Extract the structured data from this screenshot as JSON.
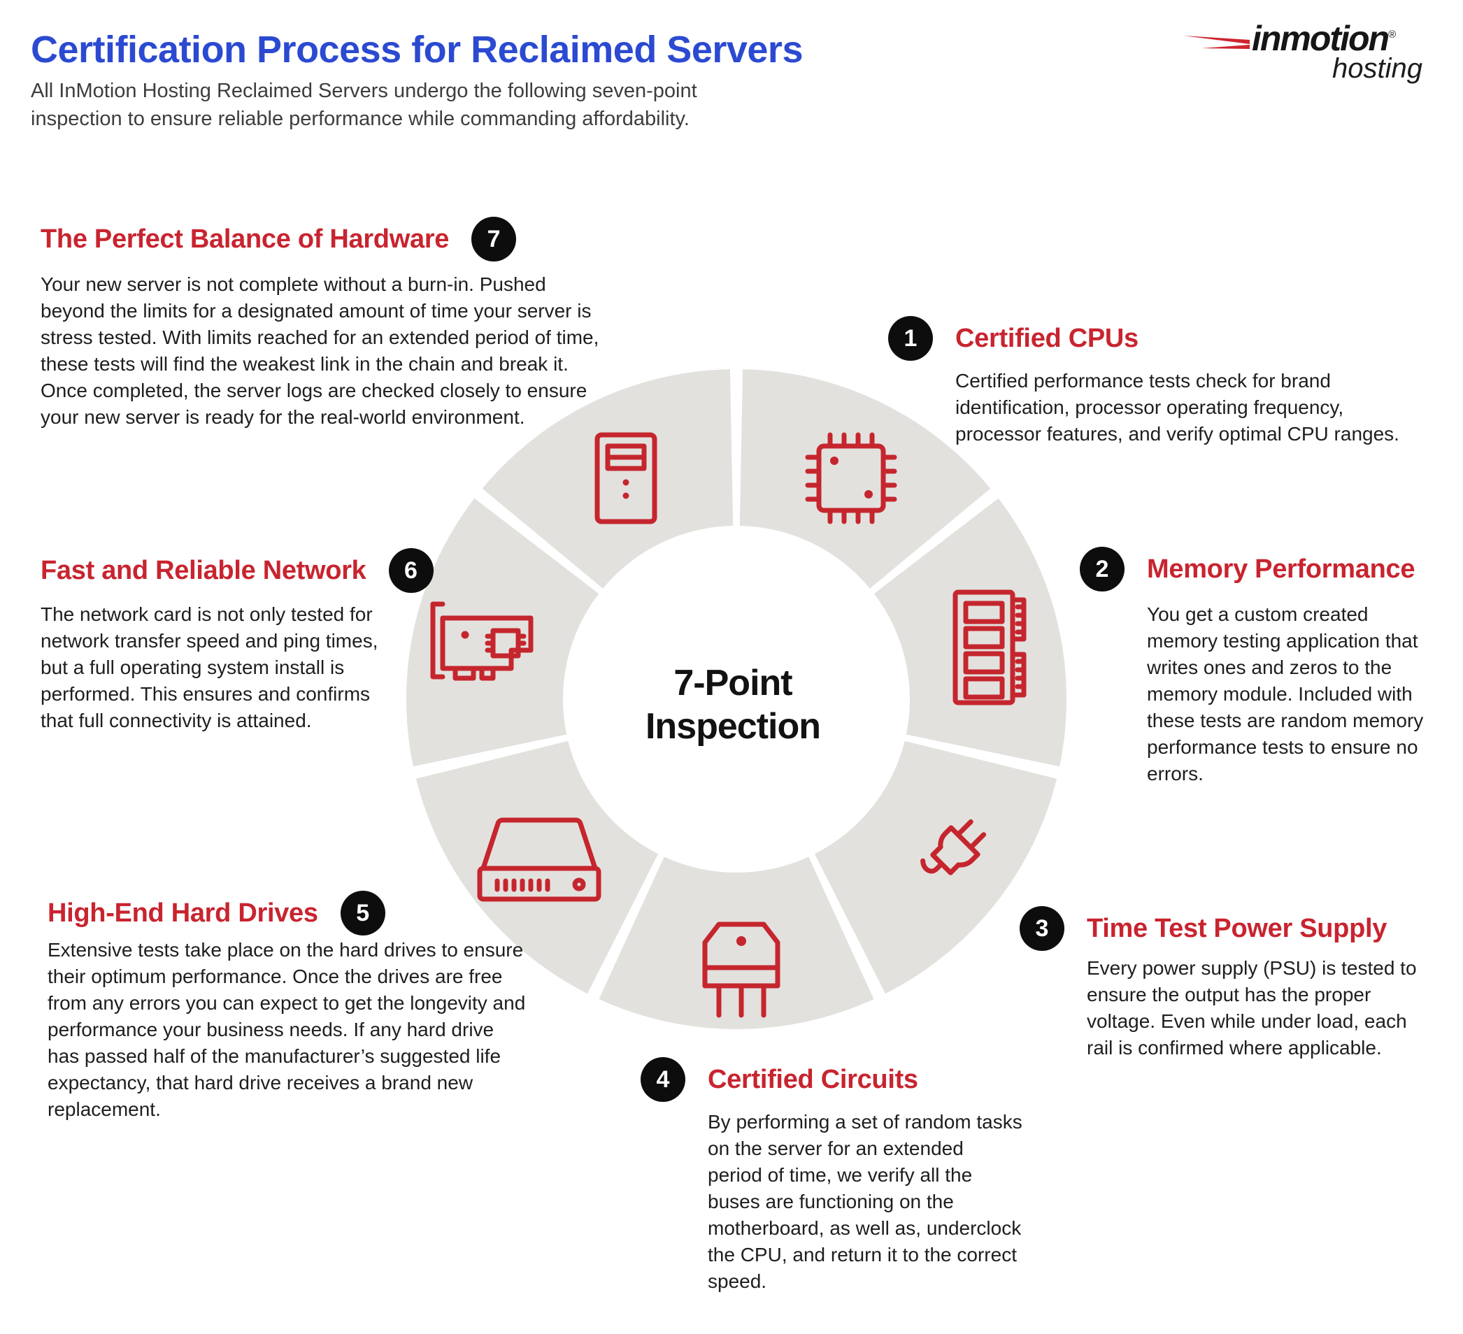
{
  "page": {
    "title": "Certification Process for Reclaimed Servers",
    "subtitle_line1": "All InMotion Hosting Reclaimed Servers undergo the following seven-point",
    "subtitle_line2": "inspection to ensure reliable performance while commanding affordability."
  },
  "logo": {
    "brand": "inmotion",
    "registered": "®",
    "tagline": "hosting"
  },
  "wheel": {
    "center_line1": "7-Point",
    "center_line2": "Inspection",
    "segment_count": 7
  },
  "colors": {
    "brand_blue": "#2b4ad1",
    "accent_red": "#c8242f",
    "icon_red": "#c5262e",
    "badge_black": "#0d0d0d",
    "wheel_gray": "#e3e1de"
  },
  "sections": [
    {
      "num": "1",
      "title": "Certified CPUs",
      "icon": "cpu-chip",
      "body": "Certified performance tests check for brand identification, processor operating frequency, processor features, and verify optimal CPU ranges."
    },
    {
      "num": "2",
      "title": "Memory Performance",
      "icon": "memory-module",
      "body": "You get a custom created memory testing application that writes ones and zeros to the memory module. Included with these tests are random memory performance tests to ensure no errors."
    },
    {
      "num": "3",
      "title": "Time Test Power Supply",
      "icon": "power-plug",
      "body": "Every power supply (PSU) is tested to ensure the output has the proper voltage. Even while under load, each rail is confirmed where applicable."
    },
    {
      "num": "4",
      "title": "Certified Circuits",
      "icon": "transistor",
      "body": "By performing a set of random tasks on the server for an extended period of time, we verify all the buses are functioning on the motherboard, as well as, underclock the CPU, and return it to the correct speed."
    },
    {
      "num": "5",
      "title": "High-End Hard Drives",
      "icon": "hard-drive",
      "body": "Extensive tests take place on the hard drives to ensure their optimum performance. Once the drives are free from any errors you can expect to get the longevity and performance your business needs. If any hard drive has passed half of the manufacturer’s suggested life expectancy, that hard drive receives a brand new replacement."
    },
    {
      "num": "6",
      "title": "Fast and Reliable Network",
      "icon": "network-card",
      "body": "The network card is not only tested for network transfer speed and ping times, but a full operating system install is performed. This ensures and confirms that full connectivity is attained."
    },
    {
      "num": "7",
      "title": "The Perfect Balance of Hardware",
      "icon": "server-tower",
      "body": "Your new server is not complete without a burn-in. Pushed beyond the limits for a designated amount of time your server is stress tested. With limits reached for an extended period of time, these tests will find the weakest link in the chain and break it. Once completed, the server logs are checked closely to ensure your new server is ready for the real-world environment."
    }
  ]
}
